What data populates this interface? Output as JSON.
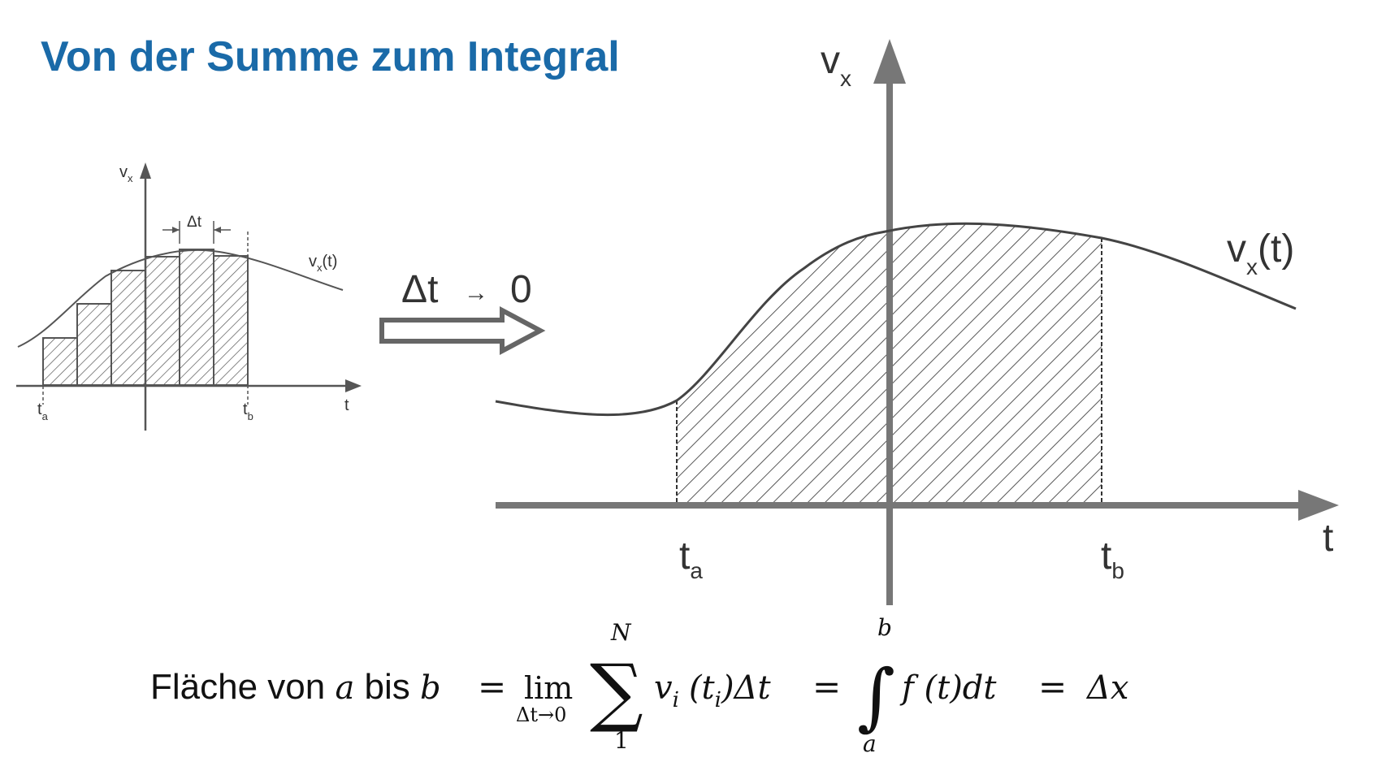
{
  "title": "Von der Summe zum Integral",
  "small_diagram": {
    "y_axis_label": "v",
    "y_axis_sub": "x",
    "x_axis_label": "t",
    "delta_label": "Δt",
    "curve_label": "v",
    "curve_label_sub": "x",
    "curve_label_suffix": "(t)",
    "ta_label": "t",
    "ta_sub": "a",
    "tb_label": "t",
    "tb_sub": "b"
  },
  "transition": {
    "left": "Δt",
    "arrow": "→",
    "right": "0"
  },
  "large_diagram": {
    "y_axis_label": "v",
    "y_axis_sub": "x",
    "x_axis_label": "t",
    "curve_label": "v",
    "curve_label_sub": "x",
    "curve_label_suffix": "(t)",
    "ta_label": "t",
    "ta_sub": "a",
    "tb_label": "t",
    "tb_sub": "b"
  },
  "formula": {
    "text_flaeche": "Fläche von ",
    "var_a": "a",
    "text_bis": " bis ",
    "var_b": "b",
    "eq1": "=",
    "lim": "lim",
    "lim_sub": "Δt→0",
    "sum_sym": "∑",
    "sum_top": "N",
    "sum_bottom": "1",
    "term_v": "v",
    "term_v_sub": "i",
    "term_paren_open": "(t",
    "term_t_sub": "i",
    "term_paren_close": ")Δt",
    "eq2": "=",
    "int_sym": "∫",
    "int_top": "b",
    "int_bottom": "a",
    "integrand": "f (t)dt",
    "eq3": "=",
    "result": "Δx"
  },
  "colors": {
    "title": "#1a6aa8",
    "lines": "#555555",
    "text": "#222222"
  }
}
